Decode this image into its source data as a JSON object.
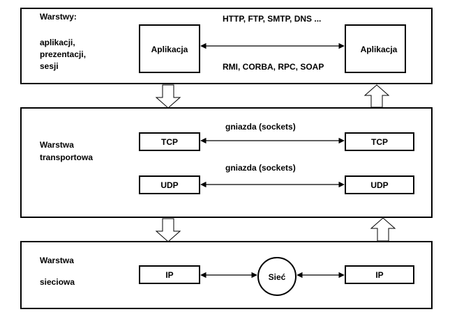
{
  "layers": {
    "application": {
      "title": "Warstwy:",
      "sublayers": [
        "aplikacji,",
        "prezentacji,",
        "sesji"
      ],
      "left_box": "Aplikacja",
      "right_box": "Aplikacja",
      "protocols_top": "HTTP, FTP, SMTP, DNS ...",
      "protocols_bottom": "RMI, CORBA, RPC, SOAP"
    },
    "transport": {
      "title_line1": "Warstwa",
      "title_line2": "transportowa",
      "sockets_label_1": "gniazda (sockets)",
      "sockets_label_2": "gniazda (sockets)",
      "tcp_left": "TCP",
      "tcp_right": "TCP",
      "udp_left": "UDP",
      "udp_right": "UDP"
    },
    "network": {
      "title_line1": "Warstwa",
      "title_line2": "sieciowa",
      "ip_left": "IP",
      "ip_right": "IP",
      "net_node": "Sieć"
    }
  }
}
